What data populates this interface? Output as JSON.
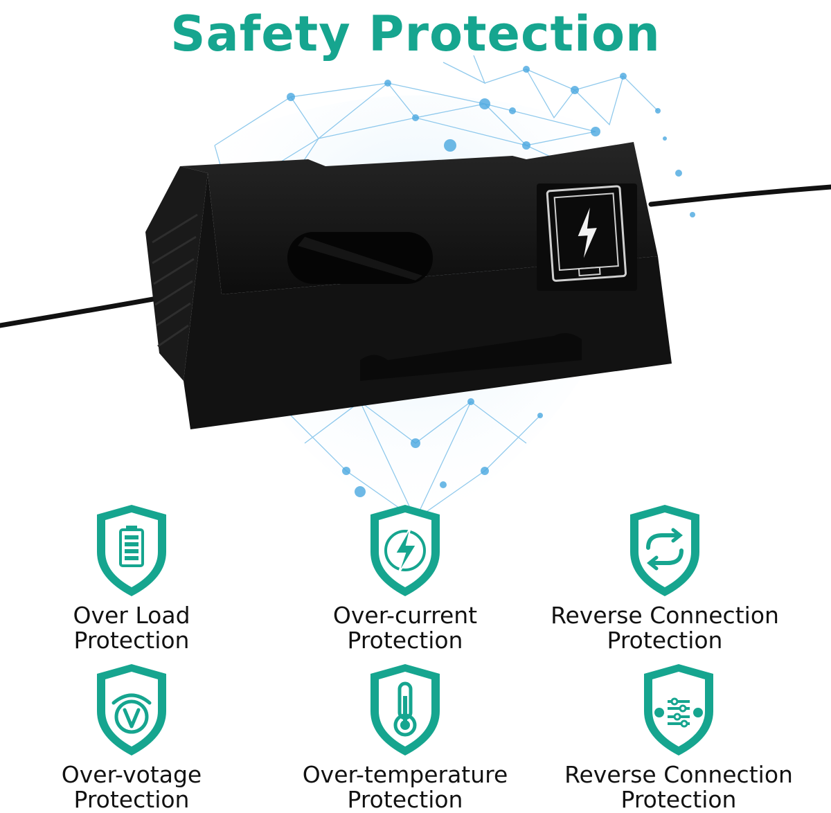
{
  "title": "Safety Protection",
  "colors": {
    "accent": "#16a58f",
    "network": "#4aa8e0",
    "charger_body": "#151515",
    "text": "#111111"
  },
  "hero": {
    "product": "black charger with battery indicator",
    "icon": "battery-bolt-icon"
  },
  "features": [
    {
      "line1": "Over Load",
      "line2": "Protection",
      "icon": "battery-icon"
    },
    {
      "line1": "Over-current",
      "line2": "Protection",
      "icon": "lightning-bolt-icon"
    },
    {
      "line1": "Reverse Connection",
      "line2": "Protection",
      "icon": "reverse-arrows-icon"
    },
    {
      "line1": "Over-votage",
      "line2": "Protection",
      "icon": "voltmeter-icon"
    },
    {
      "line1": "Over-temperature",
      "line2": "Protection",
      "icon": "thermometer-icon"
    },
    {
      "line1": "Reverse Connection",
      "line2": "Protection",
      "icon": "sliders-icon"
    }
  ]
}
